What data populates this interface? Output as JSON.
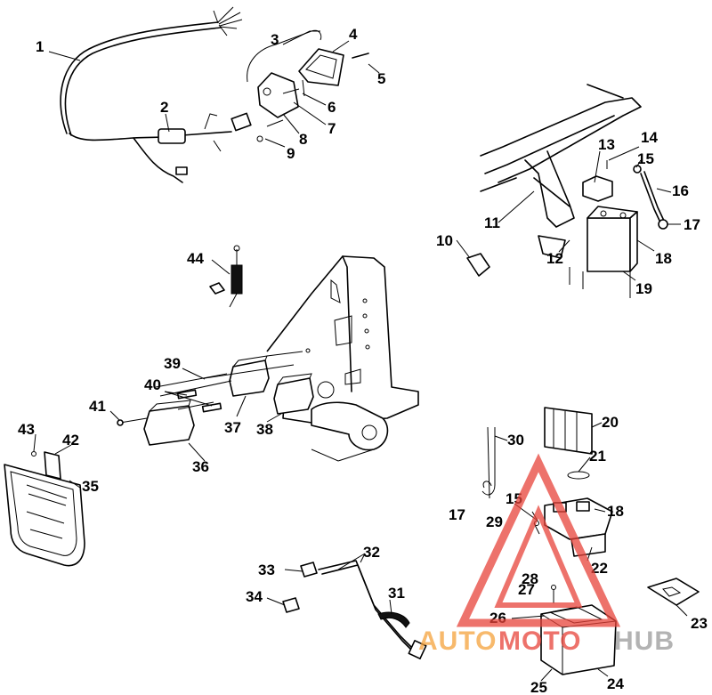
{
  "callouts": [
    {
      "id": "1",
      "label": "1"
    },
    {
      "id": "2",
      "label": "2"
    },
    {
      "id": "3",
      "label": "3"
    },
    {
      "id": "4",
      "label": "4"
    },
    {
      "id": "5",
      "label": "5"
    },
    {
      "id": "6",
      "label": "6"
    },
    {
      "id": "7",
      "label": "7"
    },
    {
      "id": "8",
      "label": "8"
    },
    {
      "id": "9",
      "label": "9"
    },
    {
      "id": "10",
      "label": "10"
    },
    {
      "id": "11",
      "label": "11"
    },
    {
      "id": "12",
      "label": "12"
    },
    {
      "id": "13",
      "label": "13"
    },
    {
      "id": "14",
      "label": "14"
    },
    {
      "id": "15a",
      "label": "15"
    },
    {
      "id": "16",
      "label": "16"
    },
    {
      "id": "17a",
      "label": "17"
    },
    {
      "id": "18a",
      "label": "18"
    },
    {
      "id": "19",
      "label": "19"
    },
    {
      "id": "20",
      "label": "20"
    },
    {
      "id": "21",
      "label": "21"
    },
    {
      "id": "22",
      "label": "22"
    },
    {
      "id": "23",
      "label": "23"
    },
    {
      "id": "24",
      "label": "24"
    },
    {
      "id": "25",
      "label": "25"
    },
    {
      "id": "26",
      "label": "26"
    },
    {
      "id": "27",
      "label": "27"
    },
    {
      "id": "28",
      "label": "28"
    },
    {
      "id": "29",
      "label": "29"
    },
    {
      "id": "30",
      "label": "30"
    },
    {
      "id": "17b",
      "label": "17"
    },
    {
      "id": "15b",
      "label": "15"
    },
    {
      "id": "18b",
      "label": "18"
    },
    {
      "id": "31",
      "label": "31"
    },
    {
      "id": "32",
      "label": "32"
    },
    {
      "id": "33",
      "label": "33"
    },
    {
      "id": "34",
      "label": "34"
    },
    {
      "id": "35",
      "label": "35"
    },
    {
      "id": "36",
      "label": "36"
    },
    {
      "id": "37",
      "label": "37"
    },
    {
      "id": "38",
      "label": "38"
    },
    {
      "id": "39",
      "label": "39"
    },
    {
      "id": "40",
      "label": "40"
    },
    {
      "id": "41",
      "label": "41"
    },
    {
      "id": "42",
      "label": "42"
    },
    {
      "id": "43",
      "label": "43"
    },
    {
      "id": "44",
      "label": "44"
    }
  ],
  "watermark": {
    "part1": "AUTO",
    "part2": "MOTO",
    "part3": "HUB",
    "color_red": "#e8433a",
    "color_orange": "#f5a23c",
    "color_gray": "#9a9a9a"
  }
}
